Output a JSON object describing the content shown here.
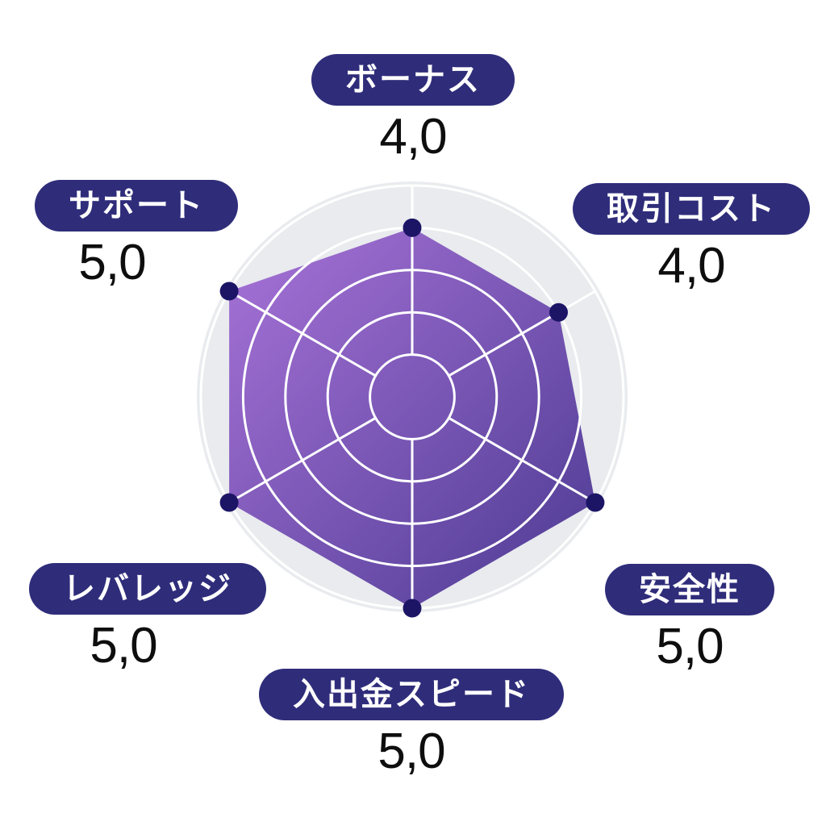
{
  "page": {
    "background": "#ffffff"
  },
  "chart_data": {
    "type": "radar",
    "title": "",
    "categories": [
      "ボーナス",
      "取引コスト",
      "安全性",
      "入出金スピード",
      "レバレッジ",
      "サポート"
    ],
    "series": [
      {
        "name": "rating",
        "values": [
          4.0,
          4.0,
          5.0,
          5.0,
          5.0,
          5.0
        ]
      }
    ],
    "value_labels": [
      "4,0",
      "4,0",
      "5,0",
      "5,0",
      "5,0",
      "5,0"
    ],
    "scale": {
      "min": 0,
      "max": 5,
      "ring_count": 5
    },
    "layout": {
      "legend": false,
      "grid": true,
      "axes_clockwise_from_top": true
    },
    "colors": {
      "disc-bg": "#e9ebee",
      "grid-line": "#ffffff",
      "gradient-start": "#a873d8",
      "gradient-end": "#4b3a92",
      "dot": "#1c1566",
      "pill-bg": "#2f2d7a",
      "pill-text": "#ffffff",
      "value-text": "#0e0e0e"
    }
  }
}
